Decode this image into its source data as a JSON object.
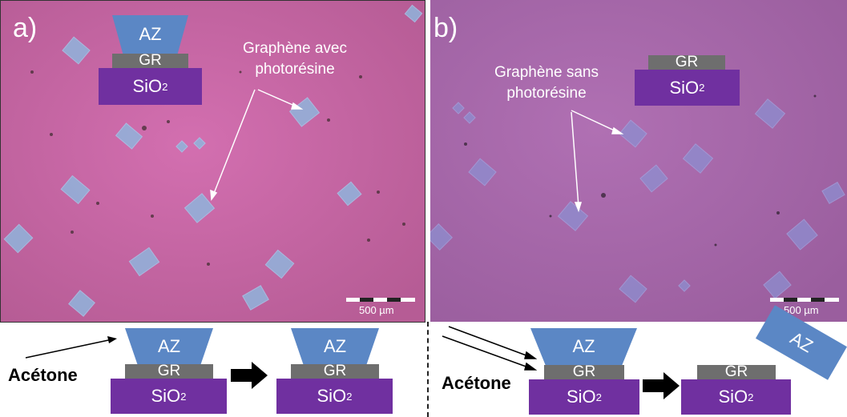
{
  "panel_a": {
    "label": "a)",
    "stack": {
      "az": "AZ",
      "gr": "GR",
      "sio": "SiO",
      "sio_sub": "2"
    },
    "annotation_line1": "Graphène avec",
    "annotation_line2": "photorésine",
    "scale": "500 µm"
  },
  "panel_b": {
    "label": "b)",
    "stack": {
      "gr": "GR",
      "sio": "SiO",
      "sio_sub": "2"
    },
    "annotation_line1": "Graphène sans",
    "annotation_line2": "photorésine",
    "scale": "500 µm",
    "flying_az": "AZ"
  },
  "bottom_a": {
    "acetone": "Acétone",
    "before": {
      "az": "AZ",
      "gr": "GR",
      "sio": "SiO",
      "sio_sub": "2"
    },
    "after": {
      "az": "AZ",
      "gr": "GR",
      "sio": "SiO",
      "sio_sub": "2"
    }
  },
  "bottom_b": {
    "acetone": "Acétone",
    "before": {
      "az": "AZ",
      "gr": "GR",
      "sio": "SiO",
      "sio_sub": "2"
    },
    "after": {
      "gr": "GR",
      "sio": "SiO",
      "sio_sub": "2"
    }
  },
  "colors": {
    "az": "#5b87c5",
    "gr": "#6e6e6e",
    "sio2": "#7030a0",
    "micrograph_a": "#c9679f",
    "micrograph_b": "#a56aa6"
  }
}
